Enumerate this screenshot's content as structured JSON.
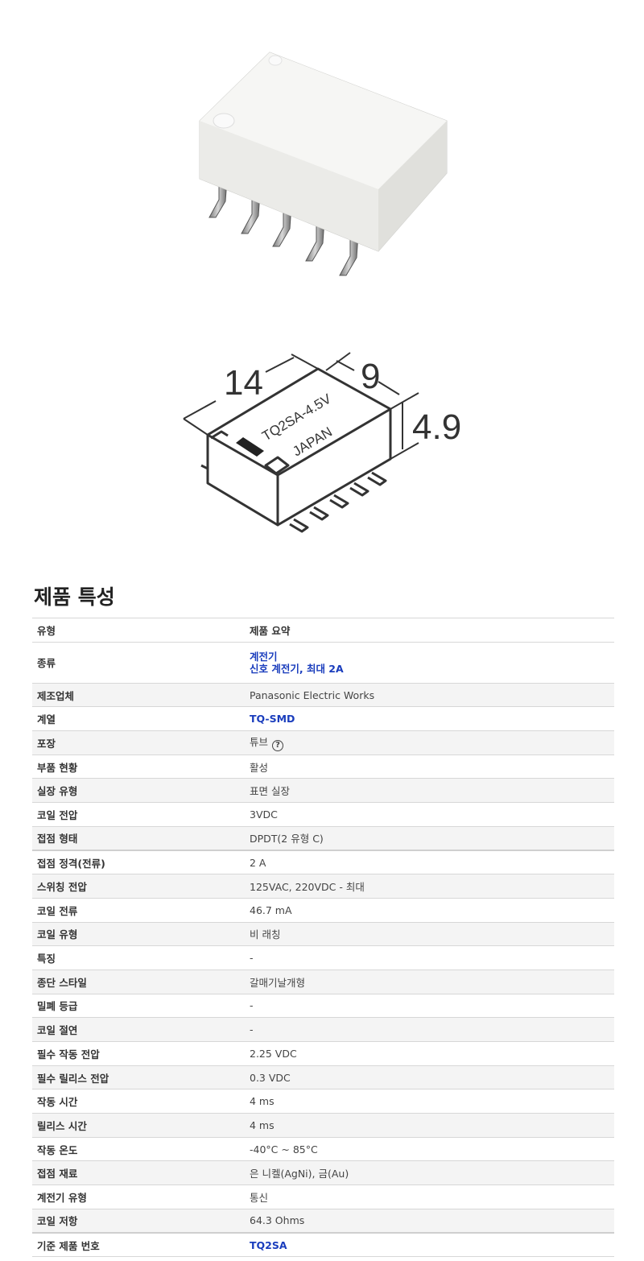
{
  "drawing": {
    "dim_length": "14",
    "dim_width": "9",
    "dim_height": "4.9",
    "part_marking": "TQ2SA-4.5V",
    "origin_marking": "JAPAN"
  },
  "section_title": "제품 특성",
  "table": {
    "header": {
      "key": "유형",
      "value": "제품 요약"
    },
    "rows": [
      {
        "key": "종류",
        "value": "계전기",
        "value2": "신호 계전기, 최대 2A"
      },
      {
        "key": "제조업체",
        "value": "Panasonic Electric Works"
      },
      {
        "key": "계열",
        "value": "TQ-SMD"
      },
      {
        "key": "포장",
        "value": "튜브"
      },
      {
        "key": "부품 현황",
        "value": "활성"
      },
      {
        "key": "실장 유형",
        "value": "표면 실장"
      },
      {
        "key": "코일 전압",
        "value": "3VDC"
      },
      {
        "key": "접점 형태",
        "value": "DPDT(2 유형 C)"
      },
      {
        "key": "접점 정격(전류)",
        "value": "2 A"
      },
      {
        "key": "스위칭 전압",
        "value": "125VAC, 220VDC - 최대"
      },
      {
        "key": "코일 전류",
        "value": "46.7 mA"
      },
      {
        "key": "코일 유형",
        "value": "비 래칭"
      },
      {
        "key": "특징",
        "value": "-"
      },
      {
        "key": "종단 스타일",
        "value": "갈매기날개형"
      },
      {
        "key": "밀폐 등급",
        "value": "-"
      },
      {
        "key": "코일 절연",
        "value": "-"
      },
      {
        "key": "필수 작동 전압",
        "value": "2.25 VDC"
      },
      {
        "key": "필수 릴리스 전압",
        "value": "0.3 VDC"
      },
      {
        "key": "작동 시간",
        "value": "4 ms"
      },
      {
        "key": "릴리스 시간",
        "value": "4 ms"
      },
      {
        "key": "작동 온도",
        "value": "-40°C ~ 85°C"
      },
      {
        "key": "접점 재료",
        "value": "은 니켈(AgNi), 금(Au)"
      },
      {
        "key": "계전기 유형",
        "value": "통신"
      },
      {
        "key": "코일 저항",
        "value": "64.3 Ohms"
      },
      {
        "key": "기준 제품 번호",
        "value": "TQ2SA"
      }
    ]
  },
  "colors": {
    "link": "#1a3dbd",
    "row_shade": "#f4f4f4",
    "border": "#d7d7d7"
  },
  "icons": {
    "packaging_help": "help-circle-icon"
  }
}
